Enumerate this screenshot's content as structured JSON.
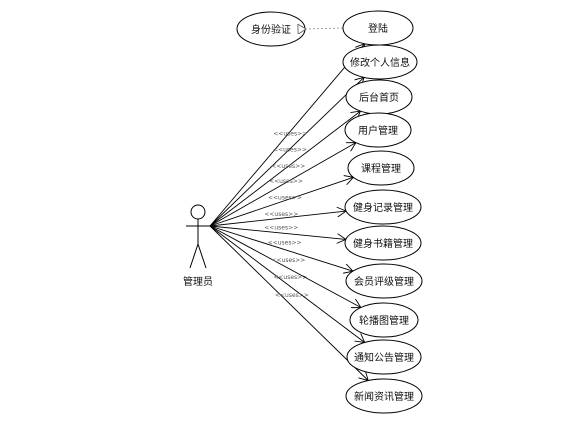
{
  "actor": {
    "label": "管理员"
  },
  "auth_usecase": {
    "label": "身份验证"
  },
  "stereotype_label": "<<uses>>",
  "usecases": [
    {
      "id": "login",
      "label": "登陆"
    },
    {
      "id": "edit-profile",
      "label": "修改个人信息"
    },
    {
      "id": "backend-home",
      "label": "后台首页"
    },
    {
      "id": "user-mgmt",
      "label": "用户管理"
    },
    {
      "id": "course-mgmt",
      "label": "课程管理"
    },
    {
      "id": "fitness-record-mgmt",
      "label": "健身记录管理"
    },
    {
      "id": "fitness-book-mgmt",
      "label": "健身书籍管理"
    },
    {
      "id": "member-rating-mgmt",
      "label": "会员评级管理"
    },
    {
      "id": "carousel-mgmt",
      "label": "轮播图管理"
    },
    {
      "id": "notice-mgmt",
      "label": "通知公告管理"
    },
    {
      "id": "news-mgmt",
      "label": "新闻资讯管理"
    }
  ],
  "colors": {
    "stroke": "#000000",
    "dashed_include": "#888888",
    "background": "#ffffff"
  }
}
